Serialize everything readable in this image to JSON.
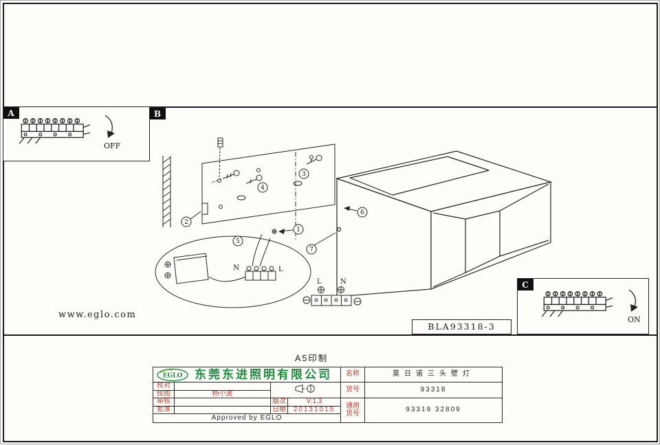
{
  "page": {
    "print_note": "A5印制",
    "site_url": "www.eglo.com",
    "drawing_number": "BLA93318-3"
  },
  "sections": {
    "a": {
      "label": "A",
      "state_label": "OFF"
    },
    "b": {
      "label": "B"
    },
    "c": {
      "label": "C",
      "state_label": "ON"
    }
  },
  "diagram": {
    "callouts": [
      "1",
      "2",
      "3",
      "4",
      "5",
      "6",
      "7"
    ],
    "wire_l": "L",
    "wire_n": "N"
  },
  "title_block": {
    "logo_text": "EGLO",
    "company": "东莞东进照明有限公司",
    "check_label": "校对",
    "draw_label": "绘图",
    "draw_value": "杨小波",
    "review_label": "审核",
    "approve_label": "批准",
    "version_label": "版次",
    "version_value": "V:1.3",
    "date_label": "日期",
    "date_value": "20131015",
    "name_label": "名称",
    "name_value": "莫日诺三头壁灯",
    "item_label": "货号",
    "item_value": "93318",
    "generic_item_label_line1": "通用",
    "generic_item_label_line2": "货号",
    "generic_item_value": "93319 32809",
    "approved_note": "Approved by EGLO"
  }
}
